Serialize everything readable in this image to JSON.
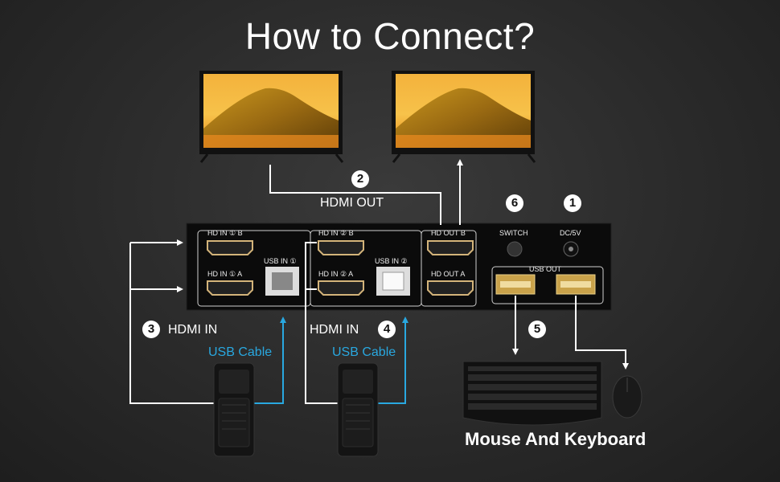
{
  "title": "How to Connect?",
  "labels": {
    "hdmi_out": "HDMI OUT",
    "hdmi_in_left": "HDMI IN",
    "hdmi_in_right": "HDMI IN",
    "usb_cable_left": "USB Cable",
    "usb_cable_right": "USB Cable",
    "caption": "Mouse And Keyboard"
  },
  "steps": {
    "s1": "1",
    "s2": "2",
    "s3": "3",
    "s4": "4",
    "s5": "5",
    "s6": "6"
  },
  "ports": {
    "hd_in_1b": "HD IN ① B",
    "hd_in_1a": "HD IN ① A",
    "usb_in_1": "USB IN ①",
    "hd_in_2b": "HD IN ② B",
    "hd_in_2a": "HD IN ② A",
    "usb_in_2": "USB IN ②",
    "hd_out_b": "HD OUT B",
    "hd_out_a": "HD OUT A",
    "switch": "SWITCH",
    "dc": "DC/5V",
    "usb_out": "USB OUT"
  },
  "colors": {
    "cable_white": "#ffffff",
    "cable_blue": "#29a8e0",
    "device_body": "#0b0b0b"
  }
}
